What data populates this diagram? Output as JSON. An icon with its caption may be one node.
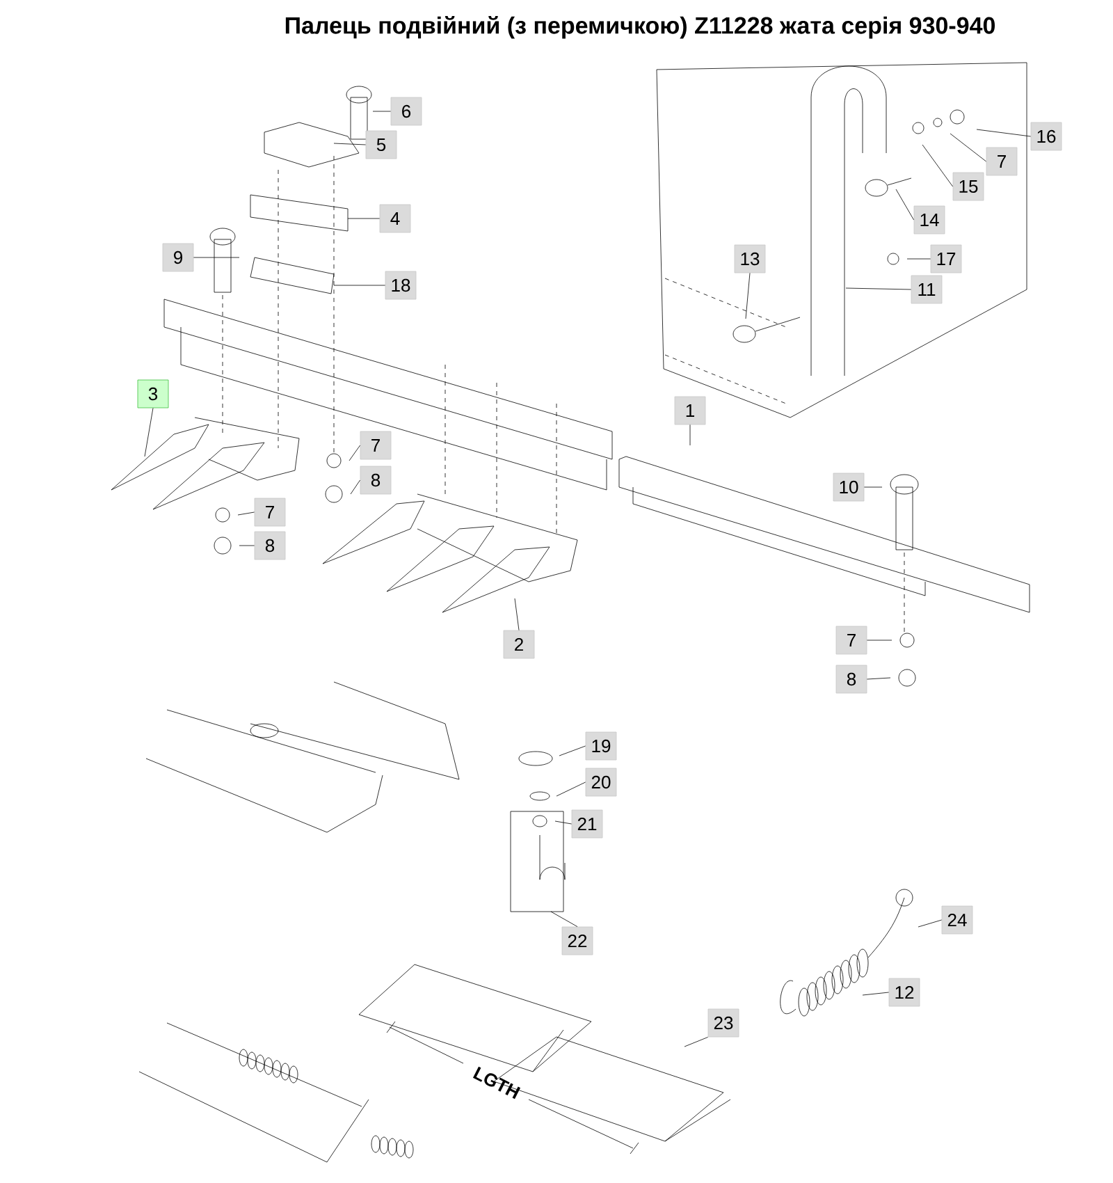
{
  "diagram": {
    "title": "Палець подвійний (з перемичкою) Z11228 жата серія 930-940",
    "nodes": [
      {
        "text": [
          "6"
        ]
      },
      {
        "text": [
          "5"
        ]
      },
      {
        "text": [
          "4"
        ]
      },
      {
        "text": [
          "9"
        ]
      },
      {
        "text": [
          "18"
        ]
      },
      {
        "text": [
          "3"
        ]
      },
      {
        "text": [
          "7"
        ]
      },
      {
        "text": [
          "8"
        ]
      },
      {
        "text": [
          "7"
        ]
      },
      {
        "text": [
          "8"
        ]
      },
      {
        "text": [
          "2"
        ]
      },
      {
        "text": [
          "1"
        ]
      },
      {
        "text": [
          "10"
        ]
      },
      {
        "text": [
          "7"
        ]
      },
      {
        "text": [
          "8"
        ]
      },
      {
        "text": [
          "13"
        ]
      },
      {
        "text": [
          "11"
        ]
      },
      {
        "text": [
          "17"
        ]
      },
      {
        "text": [
          "16"
        ]
      },
      {
        "text": [
          "7"
        ]
      },
      {
        "text": [
          "15"
        ]
      },
      {
        "text": [
          "14"
        ]
      },
      {
        "text": [
          "19"
        ]
      },
      {
        "text": [
          "20"
        ]
      },
      {
        "text": [
          "21"
        ]
      },
      {
        "text": [
          "22"
        ]
      },
      {
        "text": [
          "24"
        ]
      },
      {
        "text": [
          "12"
        ]
      },
      {
        "text": [
          "23"
        ]
      }
    ],
    "edges": [
      {
        "from": 0,
        "to": null,
        "arrow": "none"
      },
      {
        "from": 1,
        "to": null,
        "arrow": "none"
      },
      {
        "from": 2,
        "to": null,
        "arrow": "none"
      },
      {
        "from": 3,
        "to": null,
        "arrow": "none"
      },
      {
        "from": 4,
        "to": null,
        "arrow": "none"
      },
      {
        "from": 5,
        "to": null,
        "arrow": "none"
      },
      {
        "from": 6,
        "to": null,
        "arrow": "none"
      },
      {
        "from": 7,
        "to": null,
        "arrow": "none"
      },
      {
        "from": 8,
        "to": null,
        "arrow": "none"
      },
      {
        "from": 9,
        "to": null,
        "arrow": "none"
      },
      {
        "from": 10,
        "to": null,
        "arrow": "none"
      },
      {
        "from": 11,
        "to": null,
        "arrow": "none"
      },
      {
        "from": 12,
        "to": null,
        "arrow": "none"
      },
      {
        "from": 13,
        "to": null,
        "arrow": "none"
      },
      {
        "from": 14,
        "to": null,
        "arrow": "none"
      },
      {
        "from": 15,
        "to": null,
        "arrow": "none"
      },
      {
        "from": 16,
        "to": null,
        "arrow": "none"
      },
      {
        "from": 17,
        "to": null,
        "arrow": "none"
      },
      {
        "from": 18,
        "to": null,
        "arrow": "none"
      },
      {
        "from": 19,
        "to": null,
        "arrow": "none"
      },
      {
        "from": 20,
        "to": null,
        "arrow": "none"
      },
      {
        "from": 21,
        "to": null,
        "arrow": "none"
      },
      {
        "from": 22,
        "to": null,
        "arrow": "none"
      },
      {
        "from": 23,
        "to": null,
        "arrow": "none"
      },
      {
        "from": 24,
        "to": null,
        "arrow": "none"
      },
      {
        "from": 25,
        "to": null,
        "arrow": "none"
      },
      {
        "from": 26,
        "to": null,
        "arrow": "none"
      },
      {
        "from": 27,
        "to": null,
        "arrow": "none"
      },
      {
        "from": 28,
        "to": null,
        "arrow": "none"
      }
    ],
    "labels": [
      "LGTH"
    ]
  }
}
